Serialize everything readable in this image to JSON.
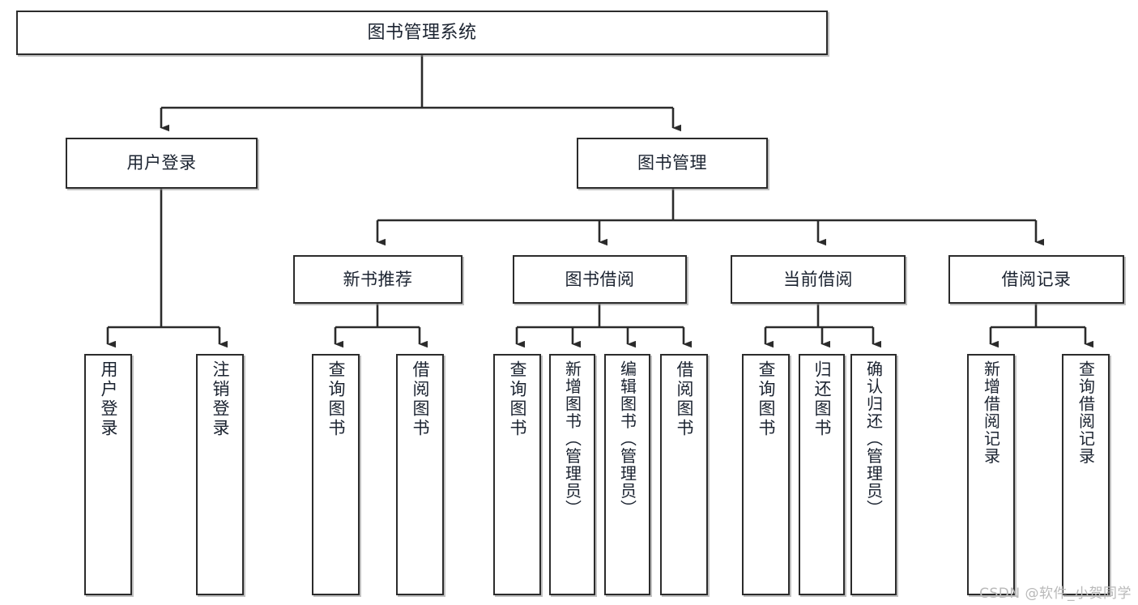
{
  "diagram": {
    "title": "图书管理系统",
    "type": "hierarchy-tree",
    "colors": {
      "box_border": "#2b2b2b",
      "box_fill": "#ffffff",
      "connector": "#2b2b2b",
      "text": "#1b2330",
      "watermark": "#b9b9b9",
      "background": "#ffffff"
    },
    "root": {
      "label": "图书管理系统"
    },
    "level2": [
      {
        "id": "user-login",
        "label": "用户登录"
      },
      {
        "id": "book-manage",
        "label": "图书管理"
      }
    ],
    "level3": [
      {
        "id": "new-book-rec",
        "label": "新书推荐"
      },
      {
        "id": "book-borrow",
        "label": "图书借阅"
      },
      {
        "id": "current-borrow",
        "label": "当前借阅"
      },
      {
        "id": "borrow-record",
        "label": "借阅记录"
      }
    ],
    "leaves": {
      "user_login": [
        {
          "id": "leaf-user-login",
          "label": "用户登录"
        },
        {
          "id": "leaf-logout-login",
          "label": "注销登录"
        }
      ],
      "new_book_rec": [
        {
          "id": "leaf-query-book-1",
          "label": "查询图书"
        },
        {
          "id": "leaf-borrow-book-1",
          "label": "借阅图书"
        }
      ],
      "book_borrow": [
        {
          "id": "leaf-query-book-2",
          "label": "查询图书"
        },
        {
          "id": "leaf-add-book",
          "label": "新增图书（管理员）"
        },
        {
          "id": "leaf-edit-book",
          "label": "编辑图书（管理员）"
        },
        {
          "id": "leaf-borrow-book-2",
          "label": "借阅图书"
        }
      ],
      "current_borrow": [
        {
          "id": "leaf-query-book-3",
          "label": "查询图书"
        },
        {
          "id": "leaf-return-book",
          "label": "归还图书"
        },
        {
          "id": "leaf-confirm-return",
          "label": "确认归还（管理员）"
        }
      ],
      "borrow_record": [
        {
          "id": "leaf-add-record",
          "label": "新增借阅记录"
        },
        {
          "id": "leaf-query-record",
          "label": "查询借阅记录"
        }
      ]
    }
  },
  "watermark": {
    "text": "CSDN @软件_小贺同学"
  }
}
